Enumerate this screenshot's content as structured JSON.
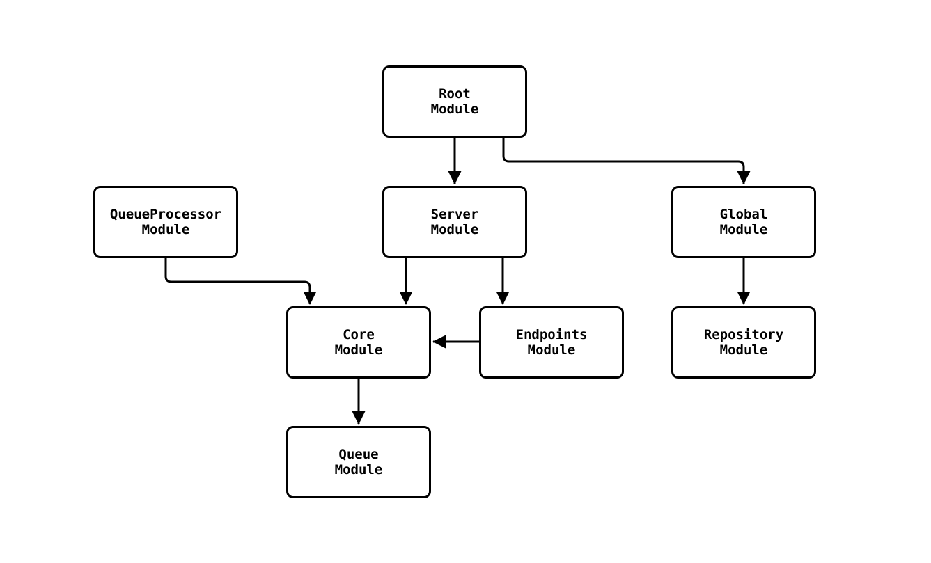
{
  "diagram": {
    "type": "flowchart",
    "direction": "top-down",
    "colors": {
      "background": "#ffffff",
      "node_fill": "#ffffff",
      "node_border": "#000000",
      "edge_stroke": "#000000",
      "text": "#000000"
    },
    "nodes": {
      "root": {
        "line1": "Root",
        "line2": "Module"
      },
      "queueprocessor": {
        "line1": "QueueProcessor",
        "line2": "Module"
      },
      "server": {
        "line1": "Server",
        "line2": "Module"
      },
      "global": {
        "line1": "Global",
        "line2": "Module"
      },
      "core": {
        "line1": "Core",
        "line2": "Module"
      },
      "endpoints": {
        "line1": "Endpoints",
        "line2": "Module"
      },
      "repository": {
        "line1": "Repository",
        "line2": "Module"
      },
      "queue": {
        "line1": "Queue",
        "line2": "Module"
      }
    },
    "edges": [
      {
        "from": "root",
        "to": "server",
        "style": "arrow"
      },
      {
        "from": "root",
        "to": "global",
        "style": "arrow"
      },
      {
        "from": "queueprocessor",
        "to": "core",
        "style": "arrow"
      },
      {
        "from": "server",
        "to": "core",
        "style": "arrow"
      },
      {
        "from": "server",
        "to": "endpoints",
        "style": "arrow"
      },
      {
        "from": "endpoints",
        "to": "core",
        "style": "arrow"
      },
      {
        "from": "global",
        "to": "repository",
        "style": "arrow"
      },
      {
        "from": "core",
        "to": "queue",
        "style": "arrow"
      }
    ]
  }
}
